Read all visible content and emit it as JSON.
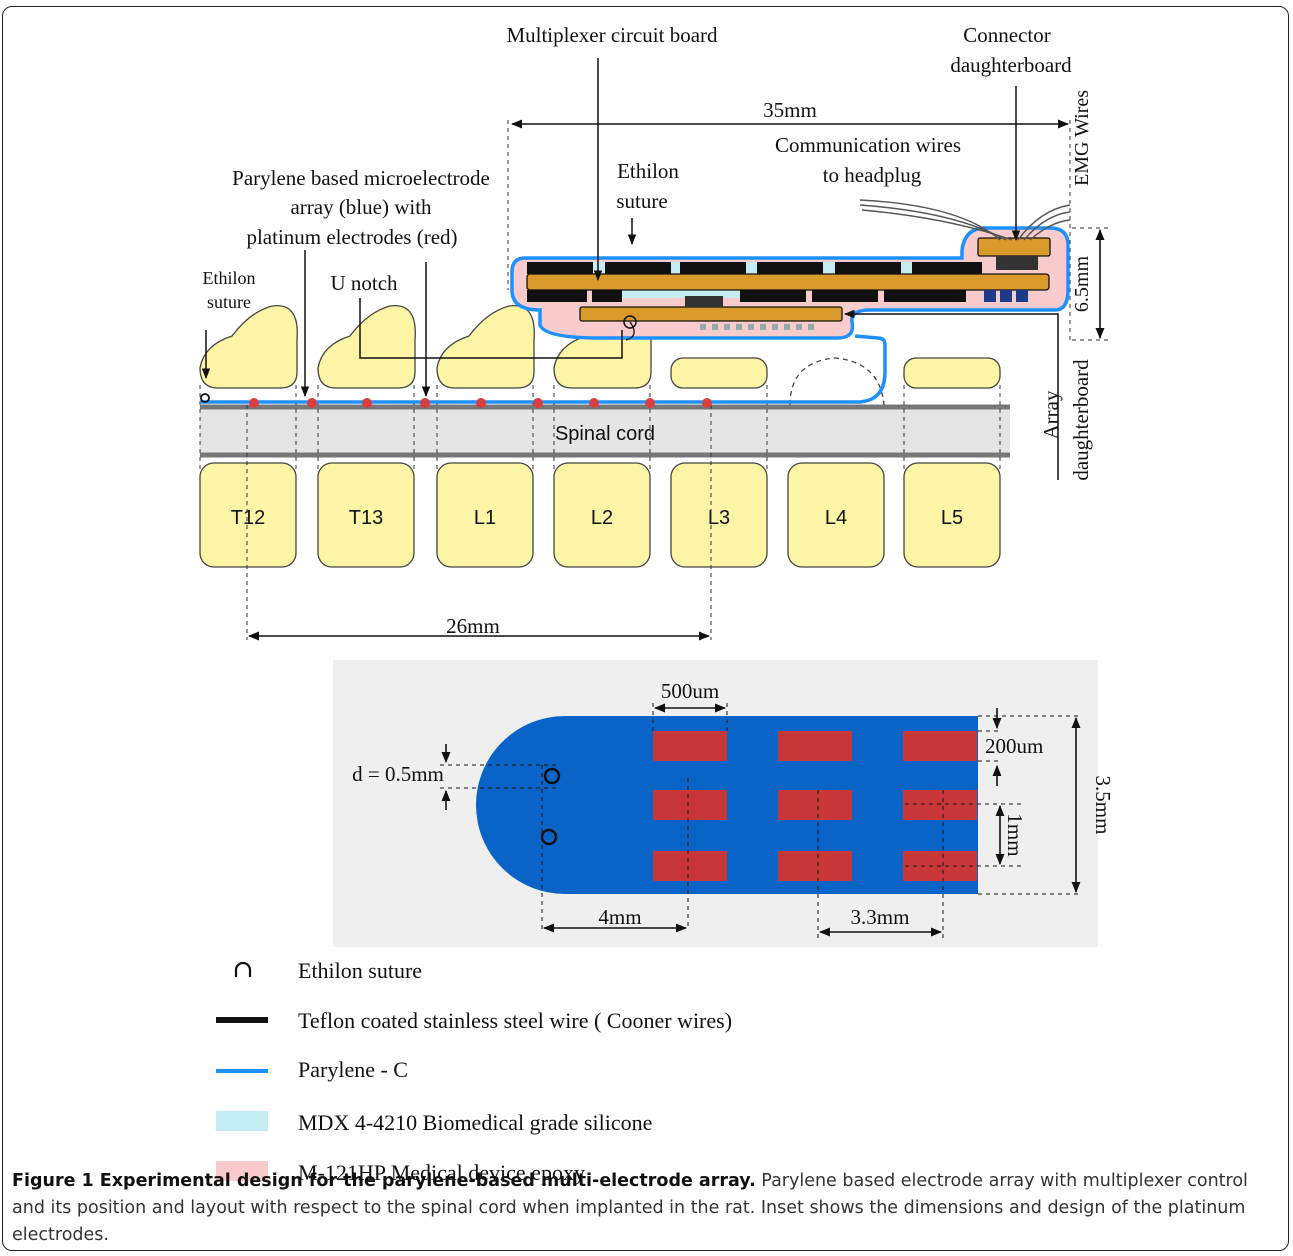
{
  "labels": {
    "multiplexer_board": "Multiplexer circuit board",
    "connector_db_line1": "Connector",
    "connector_db_line2": "daughterboard",
    "emg_wires": "EMG Wires",
    "dim_35mm": "35mm",
    "comm_wires_line1": "Communication wires",
    "comm_wires_line2": "to headplug",
    "ethilon_top_line1": "Ethilon",
    "ethilon_top_line2": "suture",
    "parylene_line1": "Parylene based microelectrode",
    "parylene_line2": "array (blue) with",
    "parylene_line3": "platinum electrodes (red)",
    "ethilon_left_line1": "Ethilon",
    "ethilon_left_line2": "suture",
    "u_notch": "U notch",
    "dim_6_5mm": "6.5mm",
    "array_db_line1": "Array",
    "array_db_line2": "daughterboard",
    "spinal_cord": "Spinal cord",
    "dim_26mm": "26mm"
  },
  "vertebrae": [
    "T12",
    "T13",
    "L1",
    "L2",
    "L3",
    "L4",
    "L5"
  ],
  "inset": {
    "dim_500um": "500um",
    "dim_200um": "200um",
    "d_label": "d = 0.5mm",
    "dim_3_5mm": "3.5mm",
    "dim_1mm": "1mm",
    "dim_4mm": "4mm",
    "dim_3_3mm": "3.3mm"
  },
  "legend": [
    {
      "symbol": "suture-hook",
      "label": "Ethilon suture"
    },
    {
      "symbol": "black-line",
      "label": "Teflon coated stainless steel wire ( Cooner wires)"
    },
    {
      "symbol": "blue-line",
      "label": "Parylene - C"
    },
    {
      "symbol": "cyan-swatch",
      "label": "MDX 4-4210 Biomedical grade silicone"
    },
    {
      "symbol": "pink-swatch",
      "label": "M-121HP Medical device epoxy"
    }
  ],
  "caption": {
    "bold": "Figure 1 Experimental design for the parylene-based multi-electrode array.",
    "text": " Parylene based electrode array with multiplexer control and its position and layout with respect to the spinal cord when implanted in the rat. Inset shows the dimensions and design of the platinum electrodes."
  },
  "colors": {
    "parylene": "#1e90ff",
    "electrode": "#d84040",
    "vertebra": "#fdf5a6",
    "board": "#d99a2b",
    "epoxy": "#f8cccc",
    "silicone": "#c4ecf2",
    "inset_blue": "#0a64c8",
    "inset_red": "#c83737"
  }
}
